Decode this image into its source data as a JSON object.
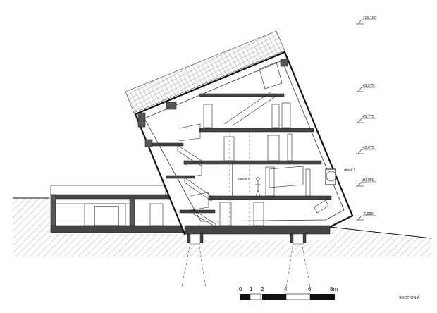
{
  "drawing": {
    "title": "SECTION A",
    "levels": [
      "+15,160",
      "+8,575",
      "+5,775",
      "+2,975",
      "±0,000",
      "-2,330"
    ],
    "labels": {
      "detail1": "detail 1",
      "detail2": "detail 2"
    },
    "scale_bar": {
      "ticks": [
        "0",
        "1",
        "2",
        "4",
        "6",
        "8m"
      ]
    }
  }
}
